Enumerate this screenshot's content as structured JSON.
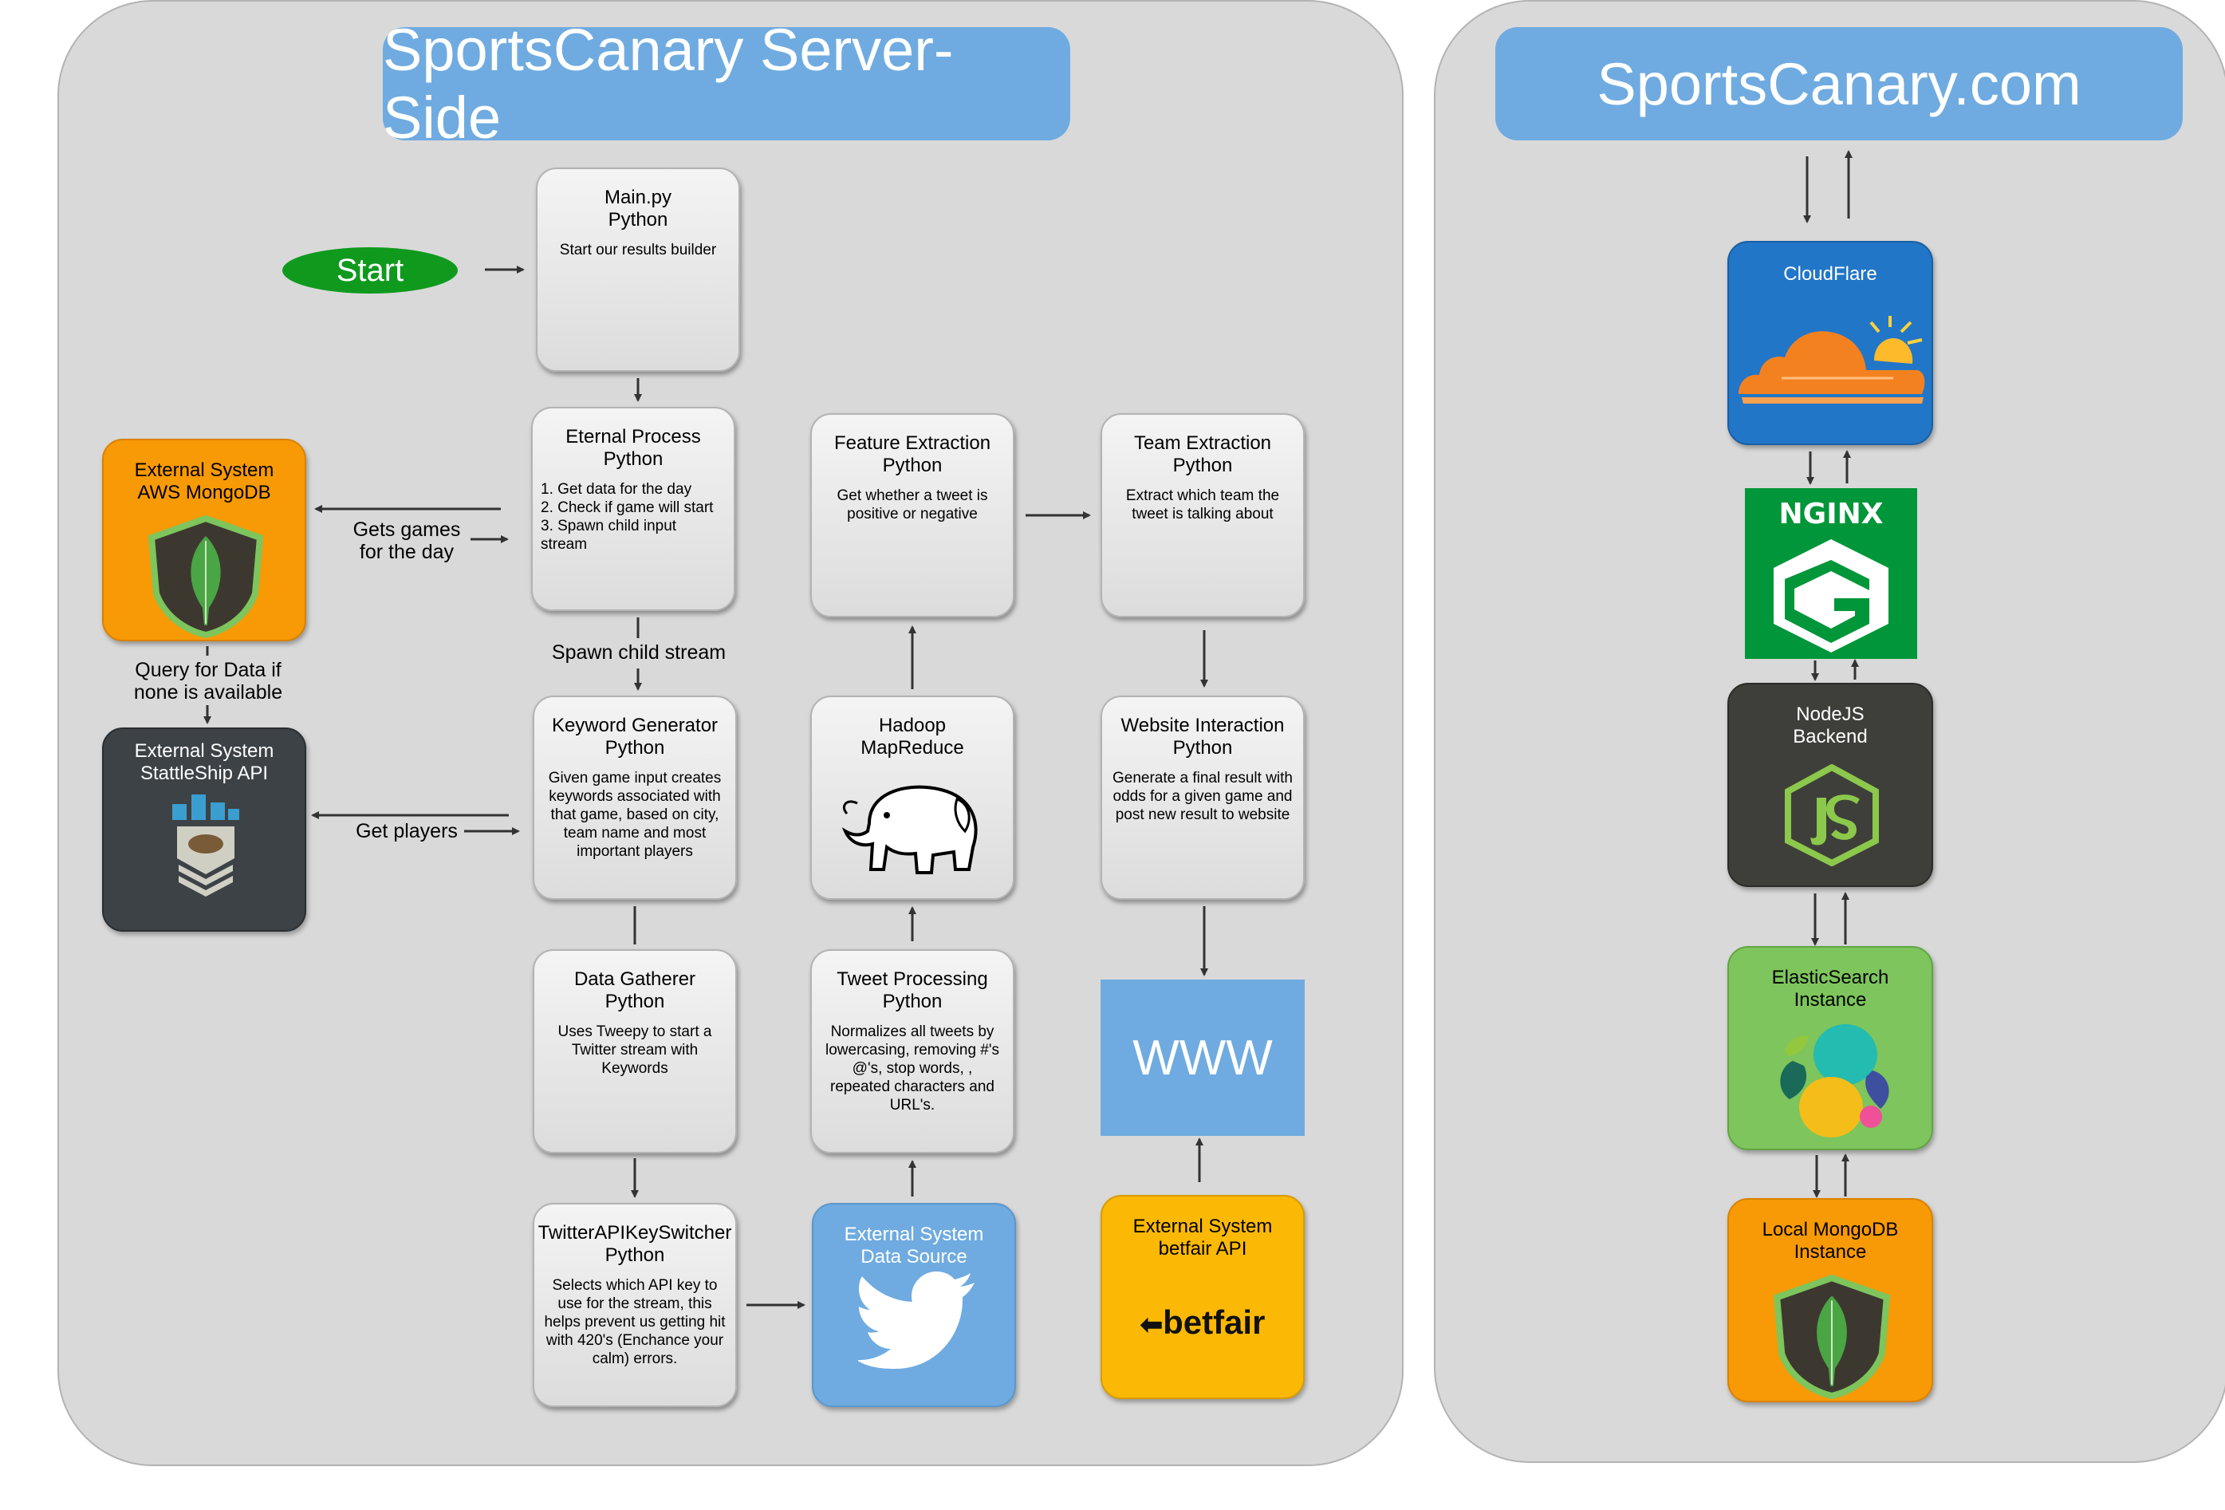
{
  "server": {
    "title": "SportsCanary Server-Side",
    "start": "Start",
    "main": {
      "title": "Main.py\nPython",
      "desc": "Start our results builder"
    },
    "eternal": {
      "title": "Eternal Process\nPython",
      "desc": "1. Get data for the day\n2. Check if game will start\n3. Spawn child input stream"
    },
    "feature": {
      "title": "Feature Extraction\nPython",
      "desc": "Get whether a tweet is\npositive or negative"
    },
    "team": {
      "title": "Team Extraction\nPython",
      "desc": "Extract which team the\ntweet is talking about"
    },
    "mongo_ext": {
      "title": "External System\nAWS MongoDB"
    },
    "stattleship": {
      "title": "External System\nStattleShip API"
    },
    "keyword": {
      "title": "Keyword Generator\nPython",
      "desc": "Given game input creates\nkeywords associated with\nthat game, based on city,\nteam name and most\nimportant players"
    },
    "hadoop": {
      "title": "Hadoop\nMapReduce"
    },
    "website": {
      "title": "Website Interaction\nPython",
      "desc": "Generate a final result with\nodds for a given game and\npost new result to website"
    },
    "gatherer": {
      "title": "Data Gatherer\nPython",
      "desc": "Uses Tweepy to start a\nTwitter stream with\nKeywords"
    },
    "tweetproc": {
      "title": "Tweet Processing\nPython",
      "desc": "Normalizes all tweets by\nlowercasing, removing #'s\n@'s, stop words,      ,\nrepeated characters and\nURL's."
    },
    "www": "WWW",
    "switcher": {
      "title": "TwitterAPIKeySwitcher\nPython",
      "desc": "Selects which API key to\nuse for the stream, this\nhelps prevent us getting hit\nwith 420's (Enchance your\ncalm) errors."
    },
    "twitter": {
      "title": "External System\nData Source"
    },
    "betfair": {
      "title": "External System\nbetfair API",
      "logo": "betfair"
    },
    "labels": {
      "gets_games": "Gets games\nfor the day",
      "query": "Query for Data if\nnone is available",
      "get_players": "Get players",
      "spawn": "Spawn child stream"
    }
  },
  "site": {
    "title": "SportsCanary.com",
    "cloudflare": "CloudFlare",
    "nginx": "NGINX",
    "node": "NodeJS\nBackend",
    "elastic": "ElasticSearch\nInstance",
    "mongo_local": "Local MongoDB\nInstance"
  },
  "colors": {
    "panel": "#d9d9d9",
    "header": "#6fabe0",
    "orange": "#f89a05",
    "yellow": "#fbb804",
    "dark": "#3d4246",
    "cloudflare": "#2276c7",
    "nginx": "#009639",
    "elastic": "#7dc55c",
    "start": "#0f9a1e"
  },
  "icons": [
    "mongodb-leaf-icon",
    "stattleship-icon",
    "hadoop-elephant-icon",
    "twitter-bird-icon",
    "betfair-logo",
    "cloudflare-cloud-icon",
    "nginx-logo",
    "nodejs-logo",
    "elasticsearch-logo"
  ]
}
